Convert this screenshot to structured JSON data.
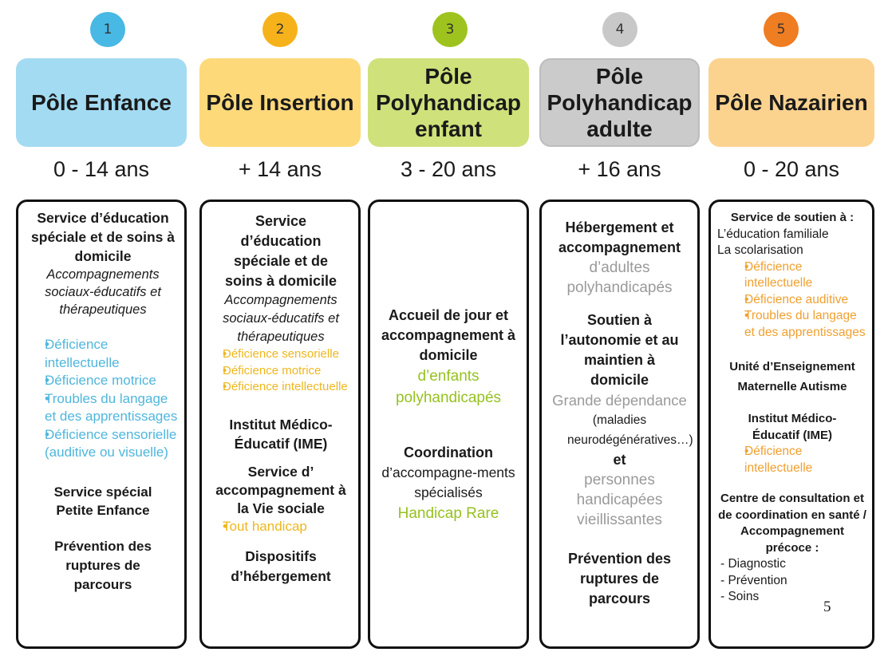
{
  "poles": [
    {
      "number": "1",
      "title": "Pôle Enfance",
      "age": "0 - 14 ans",
      "colors": {
        "badge": "#48b8e4",
        "header": "#a3dbf2",
        "accent": "#4fb6dc"
      },
      "content": {
        "service_title": "Service d’éducation spéciale et de soins à domicile",
        "service_sub": "Accompagnements sociaux-éducatifs et thérapeutiques",
        "deficiences": [
          "Déficience intellectuelle",
          "Déficience motrice",
          "Troubles du langage et des apprentissages",
          "Déficience sensorielle (auditive ou visuelle)"
        ],
        "service_special": "Service spécial Petite Enfance",
        "prevention": "Prévention des ruptures de parcours"
      }
    },
    {
      "number": "2",
      "title": "Pôle Insertion",
      "age": "+ 14 ans",
      "colors": {
        "badge": "#f6b21b",
        "header": "#fdd97a",
        "accent": "#eeb71e"
      },
      "content": {
        "service_title": "Service d’éducation spéciale et de soins à domicile",
        "service_sub": "Accompagnements sociaux-éducatifs et thérapeutiques",
        "deficiences": [
          "Déficience sensorielle",
          "Déficience motrice",
          "Déficience intellectuelle"
        ],
        "ime": "Institut Médico-Éducatif (IME)",
        "vie_sociale": "Service d’ accompagnement à la Vie sociale",
        "vie_sociale_list": [
          "Tout handicap"
        ],
        "hebergement": "Dispositifs d’hébergement"
      }
    },
    {
      "number": "3",
      "title": "Pôle Polyhandicap enfant",
      "age": "3 - 20 ans",
      "colors": {
        "badge": "#9ec31e",
        "header": "#cfe17a",
        "accent": "#96c11f"
      },
      "content": {
        "accueil": "Accueil de jour et accompagnement à domicile",
        "accueil_public": "d’enfants polyhandicapés",
        "coordination": "Coordination",
        "coordination_sub": "d’accompagne-ments spécialisés",
        "handicap_rare": "Handicap Rare"
      }
    },
    {
      "number": "4",
      "title": "Pôle Polyhandicap adulte",
      "age": "+ 16 ans",
      "colors": {
        "badge": "#c8c8c8",
        "header": "#cbcbcb",
        "accent": "#9a9a9a"
      },
      "content": {
        "hebergement": "Hébergement et accompagnement",
        "hebergement_public": "d’adultes polyhandicapés",
        "soutien": "Soutien à l’autonomie et au maintien à domicile",
        "dependance": "Grande dépendance",
        "maladies": "(maladies neurodégénératives…)",
        "et": "et",
        "vieillissantes": "personnes handicapées vieillissantes",
        "prevention": "Prévention des ruptures de parcours"
      }
    },
    {
      "number": "5",
      "title": "Pôle Nazairien",
      "age": "0 - 20 ans",
      "colors": {
        "badge": "#ef7d22",
        "header": "#fbd38f",
        "accent": "#f0a030"
      },
      "content": {
        "soutien_title": "Service de soutien à :",
        "soutien_items": [
          "L’éducation familiale",
          "La scolarisation"
        ],
        "deficiences": [
          "Déficience intellectuelle",
          "Déficience auditive",
          "Troubles du langage et des apprentissages"
        ],
        "unite": "Unité d’Enseignement Maternelle Autisme",
        "ime": "Institut Médico-Éducatif (IME)",
        "ime_list": [
          "Déficience intellectuelle"
        ],
        "centre": "Centre de consultation et de coordination en santé / Accompagnement précoce :",
        "centre_items": [
          "- Diagnostic",
          "- Prévention",
          "- Soins"
        ]
      }
    }
  ],
  "page_number": "5"
}
